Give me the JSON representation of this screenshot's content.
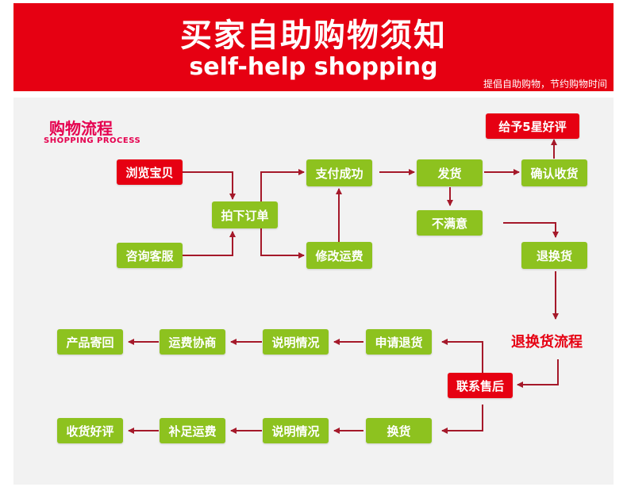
{
  "header": {
    "title": "买家自助购物须知",
    "subtitle": "self-help shopping",
    "slogan": "提倡自助购物，节约购物时间"
  },
  "section": {
    "title": "购物流程",
    "subtitle": "SHOPPING PROCESS"
  },
  "nodes": {
    "browse": "浏览宝贝",
    "consult": "咨询客服",
    "order": "拍下订单",
    "pay": "支付成功",
    "modify_shipping": "修改运费",
    "ship": "发货",
    "unsatisfied": "不满意",
    "confirm": "确认收货",
    "rate": "给予5星好评",
    "return": "退换货",
    "return_flow": "退换货流程",
    "after_sales": "联系售后",
    "apply_return": "申请退货",
    "explain1": "说明情况",
    "negotiate_shipping": "运费协商",
    "send_back": "产品寄回",
    "exchange": "换货",
    "explain2": "说明情况",
    "pay_shipping": "补足运费",
    "receive_rate": "收货好评"
  },
  "colors": {
    "accent_red": "#e60012",
    "node_green": "#8dc21f",
    "arrow": "#a5192a",
    "title_pink": "#e5004f",
    "panel_bg": "#f2f2f2"
  }
}
